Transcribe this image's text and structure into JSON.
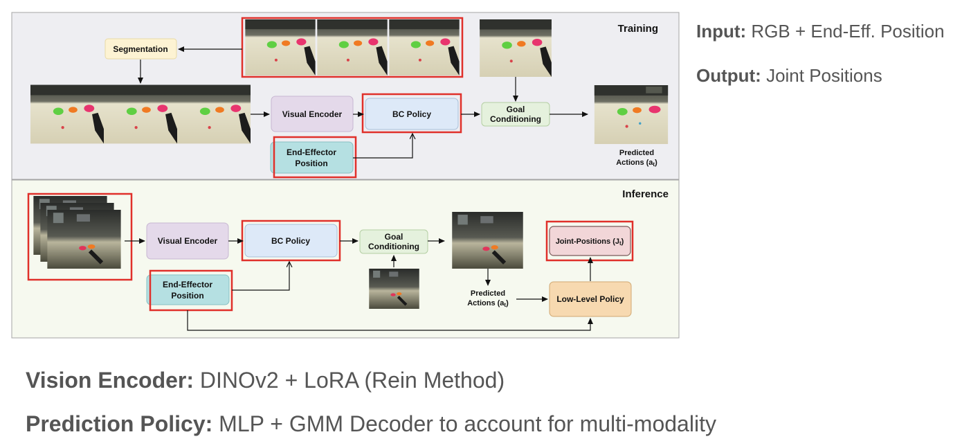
{
  "training": {
    "section_title": "Training",
    "segmentation": "Segmentation",
    "visual_encoder": "Visual Encoder",
    "bc_policy": "BC Policy",
    "goal_line1": "Goal",
    "goal_line2": "Conditioning",
    "end_effector_line1": "End-Effector",
    "end_effector_line2": "Position",
    "predicted_line1": "Predicted",
    "predicted_line2": "Actions (a",
    "predicted_sub": "t",
    "predicted_close": ")"
  },
  "inference": {
    "section_title": "Inference",
    "visual_encoder": "Visual Encoder",
    "bc_policy": "BC Policy",
    "goal_line1": "Goal",
    "goal_line2": "Conditioning",
    "end_effector_line1": "End-Effector",
    "end_effector_line2": "Position",
    "joint_positions": "Joint-Positions (J",
    "joint_sub": "t",
    "joint_close": ")",
    "predicted_line1": "Predicted",
    "predicted_line2": "Actions (a",
    "predicted_sub": "t",
    "predicted_close": ")",
    "low_level_policy": "Low-Level Policy"
  },
  "side_notes": {
    "input_label": "Input:",
    "input_value": " RGB + End-Eff. Position",
    "output_label": "Output:",
    "output_value": " Joint Positions"
  },
  "bottom_notes": {
    "vision_label": "Vision Encoder:",
    "vision_value": " DINOv2 + LoRA (Rein Method)",
    "policy_label": "Prediction Policy:",
    "policy_value": " MLP + GMM Decoder to account for multi-modality"
  },
  "colors": {
    "highlight": "#e0302a",
    "training_bg": "#eeeef2",
    "inference_bg": "#f6f9ef",
    "segmentation_fill": "#fdf3d3",
    "visual_encoder_fill": "#e4d9ea",
    "bc_policy_fill": "#dde9f8",
    "goal_fill": "#e5f1dd",
    "end_effector_fill": "#b5e0e2",
    "joint_fill": "#f2d6d8",
    "low_level_fill": "#f7d9b0"
  }
}
